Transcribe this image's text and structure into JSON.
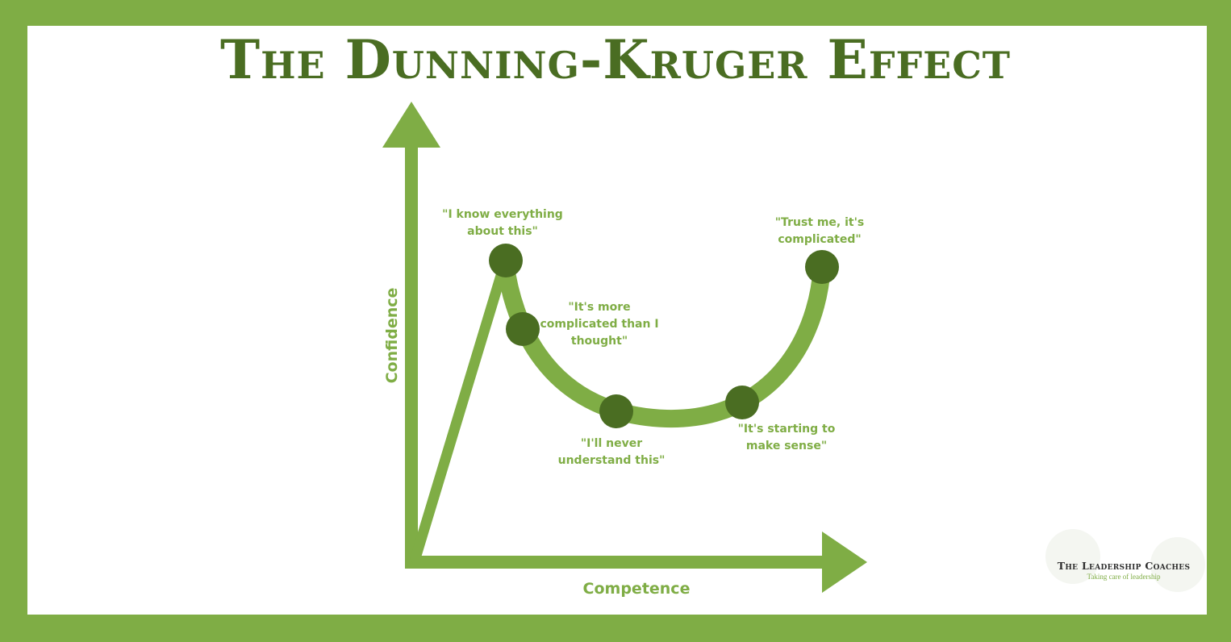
{
  "title": "The Dunning-Kruger Effect",
  "axes": {
    "y_label": "Confidence",
    "x_label": "Competence"
  },
  "stages": [
    {
      "lines": [
        "\"I know everything",
        "about this\""
      ]
    },
    {
      "lines": [
        "\"It's more",
        "complicated than I",
        "thought\""
      ]
    },
    {
      "lines": [
        "\"I'll never",
        "understand this\""
      ]
    },
    {
      "lines": [
        "\"It's starting to",
        "make sense\""
      ]
    },
    {
      "lines": [
        "\"Trust me, it's",
        "complicated\""
      ]
    }
  ],
  "branding": {
    "name": "The Leadership Coaches",
    "tagline": "Taking care of leadership"
  },
  "colors": {
    "frame": "#7fad45",
    "title": "#4a6d22",
    "curve": "#7fad45",
    "points": "#4a6d22"
  }
}
